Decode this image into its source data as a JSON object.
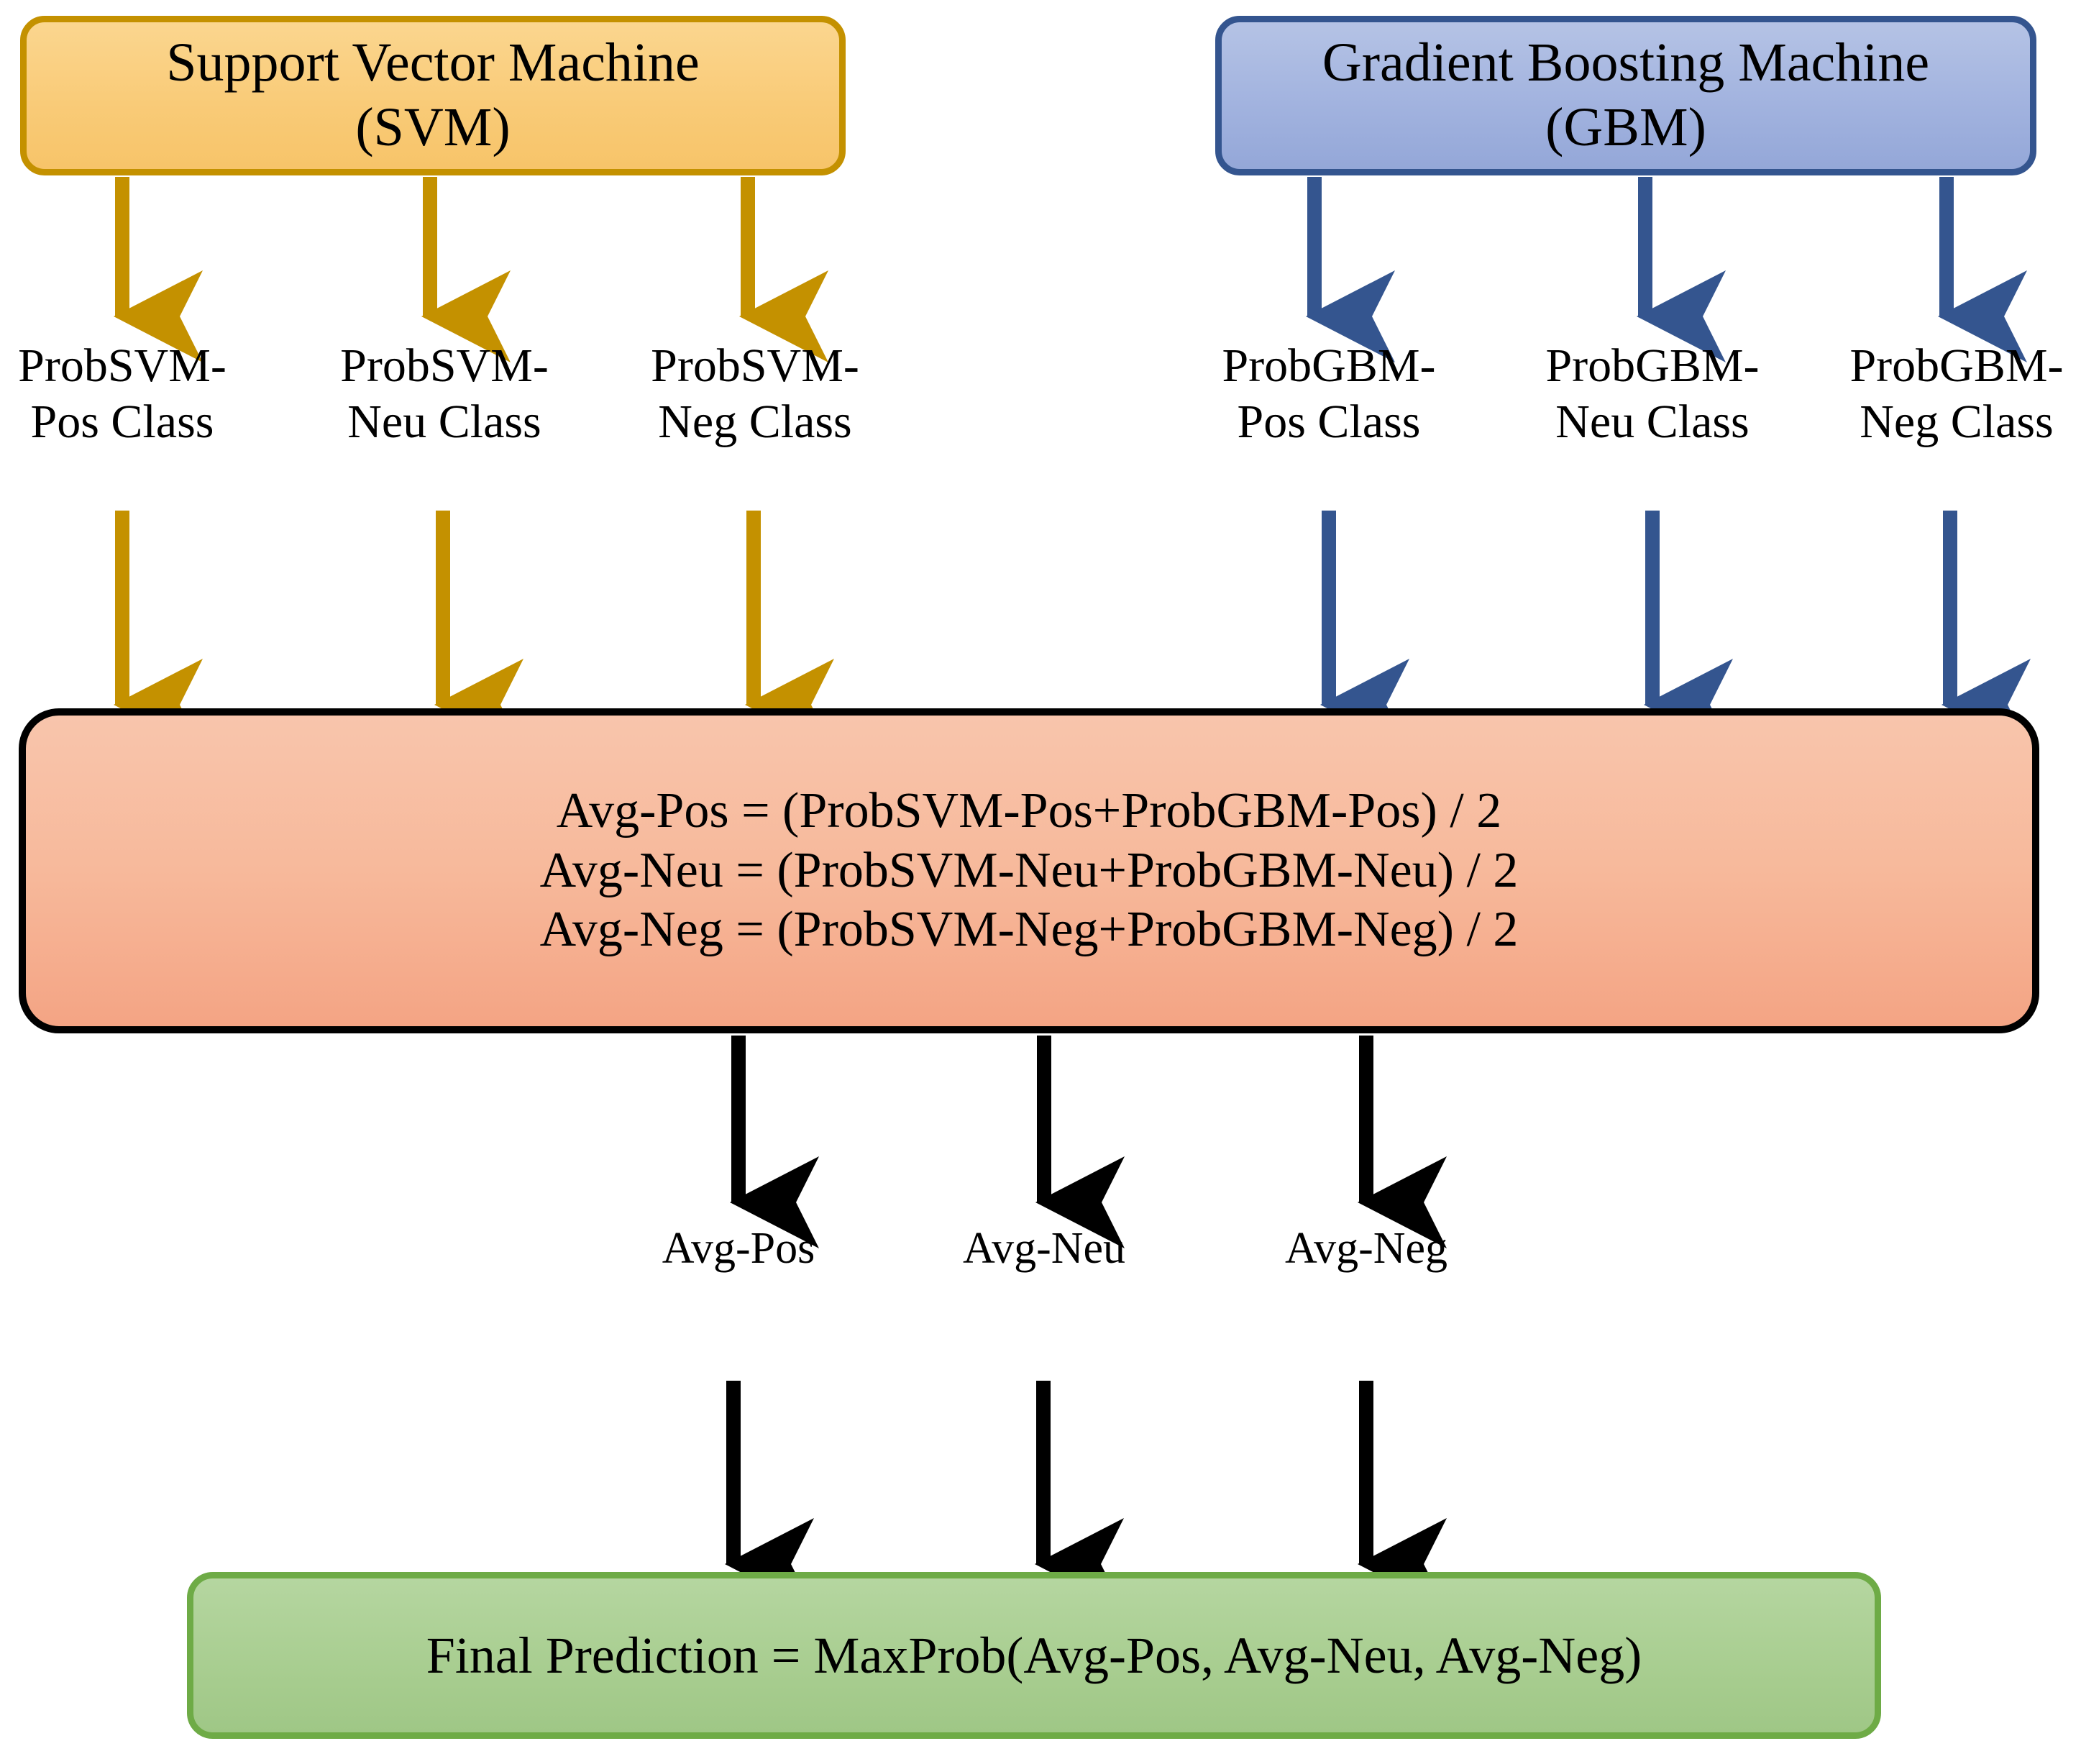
{
  "diagram": {
    "title_models": {
      "svm": "Support Vector Machine\n(SVM)",
      "gbm": "Gradient Boosting Machine\n(GBM)"
    },
    "svm_outputs": [
      {
        "label": "ProbSVM-\nPos Class"
      },
      {
        "label": "ProbSVM-\nNeu Class"
      },
      {
        "label": "ProbSVM-\nNeg Class"
      }
    ],
    "gbm_outputs": [
      {
        "label": "ProbGBM-\nPos Class"
      },
      {
        "label": "ProbGBM-\nNeu Class"
      },
      {
        "label": "ProbGBM-\nNeg Class"
      }
    ],
    "averaging": {
      "line1": "Avg-Pos = (ProbSVM-Pos+ProbGBM-Pos) / 2",
      "line2": "Avg-Neu = (ProbSVM-Neu+ProbGBM-Neu) / 2",
      "line3": "Avg-Neg = (ProbSVM-Neg+ProbGBM-Neg) / 2"
    },
    "avg_outputs": [
      {
        "label": "Avg-Pos"
      },
      {
        "label": "Avg-Neu"
      },
      {
        "label": "Avg-Neg"
      }
    ],
    "final": "Final Prediction = MaxProb(Avg-Pos, Avg-Neu, Avg-Neg)",
    "colors": {
      "svm_fill": "#F9CB78",
      "svm_border": "#C49100",
      "gbm_fill": "#A2B3DF",
      "gbm_border": "#34558F",
      "avg_fill": "#F7B99B",
      "avg_border": "#000000",
      "final_fill": "#A9CE91",
      "final_border": "#6EAB46",
      "svm_arrow": "#C49100",
      "gbm_arrow": "#34558F",
      "black_arrow": "#000000"
    }
  }
}
